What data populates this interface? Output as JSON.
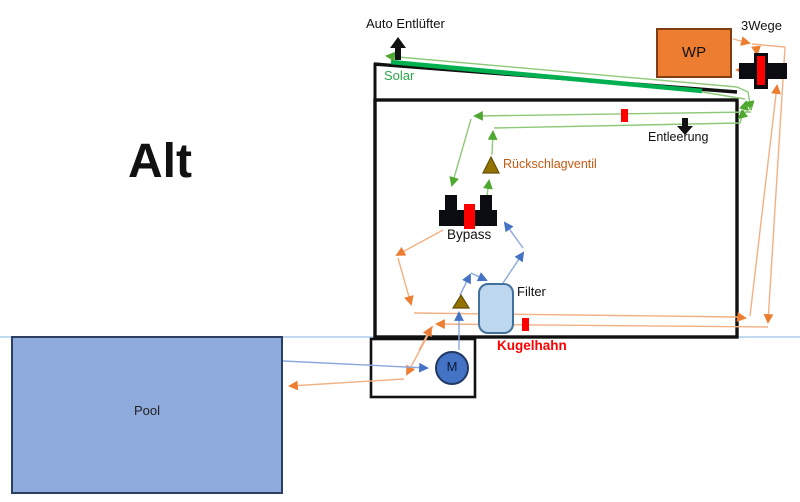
{
  "diagram": {
    "title": "Alt",
    "labels": {
      "auto_entlufter": "Auto Entlüfter",
      "three_way": "3Wege",
      "wp": "WP",
      "solar": "Solar",
      "entleerung": "Entleerung",
      "rueckschlagventil": "Rückschlagventil",
      "bypass": "Bypass",
      "filter": "Filter",
      "kugelhahn": "Kugelhahn",
      "pump": "M",
      "pool": "Pool"
    },
    "colors": {
      "solar_line": "#00B050",
      "green_arrow": "#4EA72E",
      "orange_arrow": "#ED7D31",
      "blue_arrow": "#4472C4",
      "valve_red": "#FF0000",
      "wp_fill": "#ED7D31",
      "pool_fill": "#8FAADC",
      "pump_fill": "#4472C4",
      "filter_fill": "#BDD7EE",
      "check_valve_fill": "#937200",
      "label_brown": "#C55A11",
      "label_red": "#FF0000",
      "label_green": "#2aa84a"
    },
    "icons": {
      "auto_vent_arrow": "black-up-arrow-icon",
      "drain_arrow": "black-down-arrow-icon",
      "check_valve": "triangle-up-icon"
    }
  }
}
